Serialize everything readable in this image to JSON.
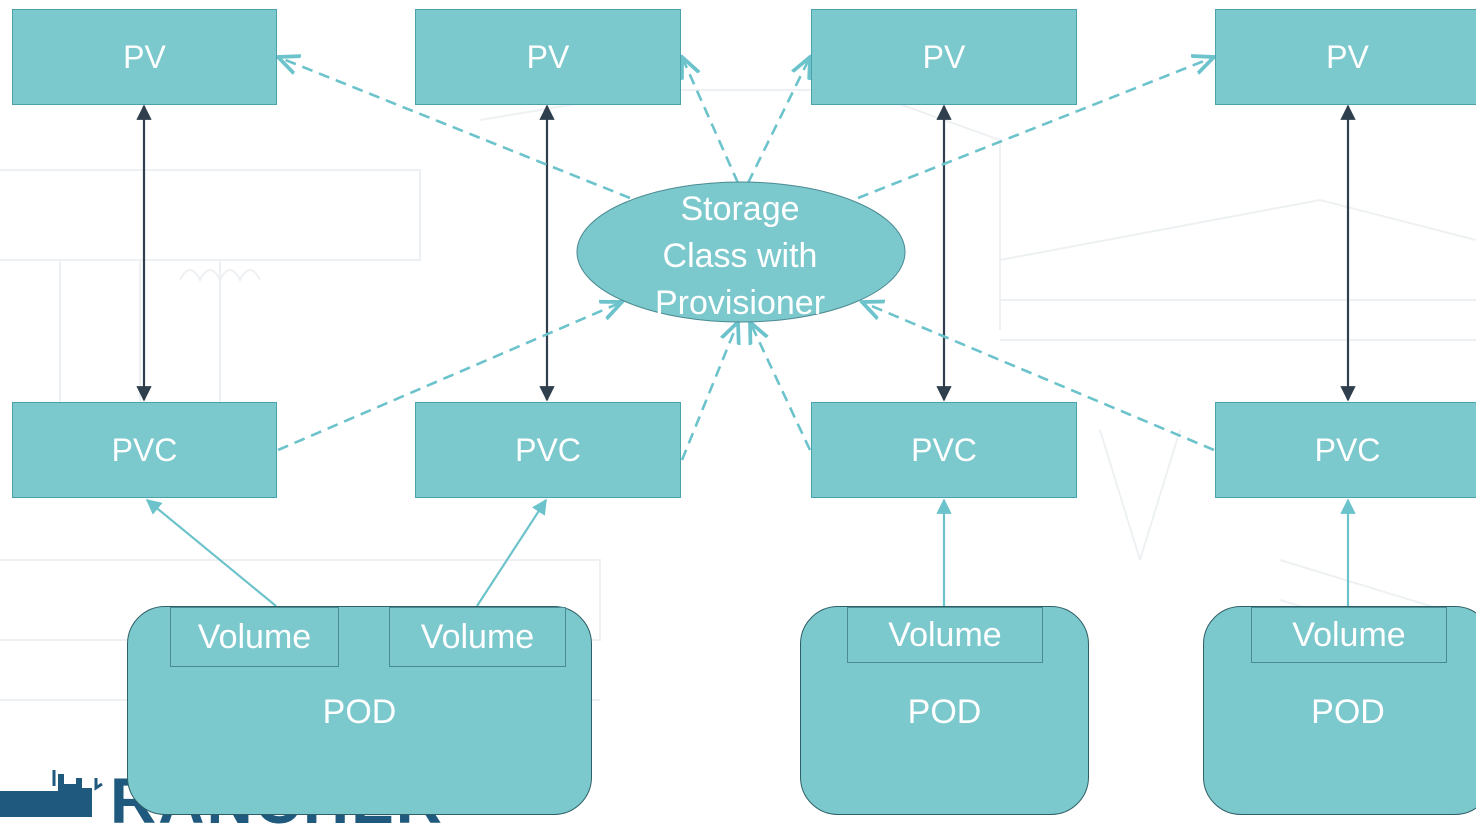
{
  "diagram": {
    "pv_label": "PV",
    "pvc_label": "PVC",
    "volume_label": "Volume",
    "pod_label": "POD",
    "storage_class_label": "Storage\nClass with\nProvisioner"
  },
  "logo": {
    "name": "logo-icon",
    "text": "RANCHER"
  },
  "colors": {
    "box_fill": "#7bc8cd",
    "dashed_line": "#6cc3cb",
    "solid_arrow": "#2f3f4d",
    "pod_arrow": "#6cc3cb",
    "logo": "#1f5a7e"
  }
}
